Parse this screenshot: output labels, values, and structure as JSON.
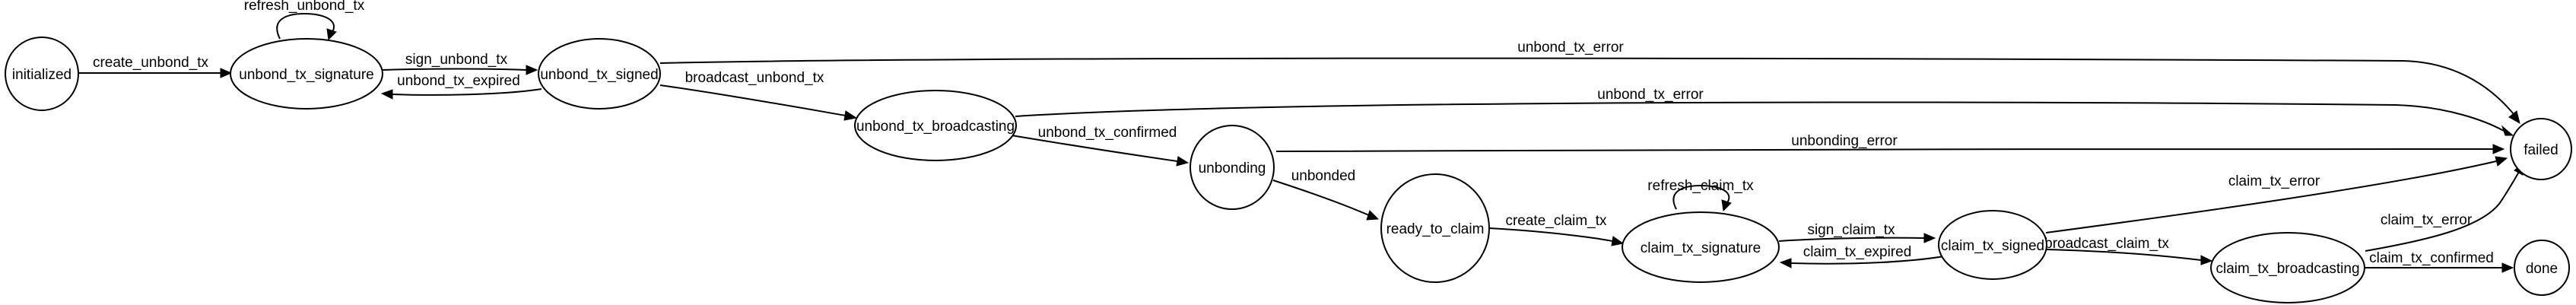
{
  "diagram": {
    "nodes": [
      {
        "id": "initialized",
        "label": "initialized",
        "shape": "circle"
      },
      {
        "id": "unbond_tx_signature",
        "label": "unbond_tx_signature",
        "shape": "ellipse"
      },
      {
        "id": "unbond_tx_signed",
        "label": "unbond_tx_signed",
        "shape": "ellipse"
      },
      {
        "id": "unbond_tx_broadcasting",
        "label": "unbond_tx_broadcasting",
        "shape": "ellipse"
      },
      {
        "id": "unbonding",
        "label": "unbonding",
        "shape": "circle"
      },
      {
        "id": "ready_to_claim",
        "label": "ready_to_claim",
        "shape": "circle"
      },
      {
        "id": "claim_tx_signature",
        "label": "claim_tx_signature",
        "shape": "ellipse"
      },
      {
        "id": "claim_tx_signed",
        "label": "claim_tx_signed",
        "shape": "ellipse"
      },
      {
        "id": "claim_tx_broadcasting",
        "label": "claim_tx_broadcasting",
        "shape": "ellipse"
      },
      {
        "id": "done",
        "label": "done",
        "shape": "circle"
      },
      {
        "id": "failed",
        "label": "failed",
        "shape": "circle"
      }
    ],
    "edges": [
      {
        "from": "initialized",
        "to": "unbond_tx_signature",
        "label": "create_unbond_tx"
      },
      {
        "from": "unbond_tx_signature",
        "to": "unbond_tx_signature",
        "label": "refresh_unbond_tx"
      },
      {
        "from": "unbond_tx_signature",
        "to": "unbond_tx_signed",
        "label": "sign_unbond_tx"
      },
      {
        "from": "unbond_tx_signed",
        "to": "unbond_tx_signature",
        "label": "unbond_tx_expired"
      },
      {
        "from": "unbond_tx_signed",
        "to": "failed",
        "label": "unbond_tx_error"
      },
      {
        "from": "unbond_tx_signed",
        "to": "unbond_tx_broadcasting",
        "label": "broadcast_unbond_tx"
      },
      {
        "from": "unbond_tx_broadcasting",
        "to": "failed",
        "label": "unbond_tx_error"
      },
      {
        "from": "unbond_tx_broadcasting",
        "to": "unbonding",
        "label": "unbond_tx_confirmed"
      },
      {
        "from": "unbonding",
        "to": "failed",
        "label": "unbonding_error"
      },
      {
        "from": "unbonding",
        "to": "ready_to_claim",
        "label": "unbonded"
      },
      {
        "from": "ready_to_claim",
        "to": "claim_tx_signature",
        "label": "create_claim_tx"
      },
      {
        "from": "claim_tx_signature",
        "to": "claim_tx_signature",
        "label": "refresh_claim_tx"
      },
      {
        "from": "claim_tx_signature",
        "to": "claim_tx_signed",
        "label": "sign_claim_tx"
      },
      {
        "from": "claim_tx_signed",
        "to": "claim_tx_signature",
        "label": "claim_tx_expired"
      },
      {
        "from": "claim_tx_signed",
        "to": "failed",
        "label": "claim_tx_error"
      },
      {
        "from": "claim_tx_signed",
        "to": "claim_tx_broadcasting",
        "label": "broadcast_claim_tx"
      },
      {
        "from": "claim_tx_broadcasting",
        "to": "failed",
        "label": "claim_tx_error"
      },
      {
        "from": "claim_tx_broadcasting",
        "to": "done",
        "label": "claim_tx_confirmed"
      }
    ]
  }
}
